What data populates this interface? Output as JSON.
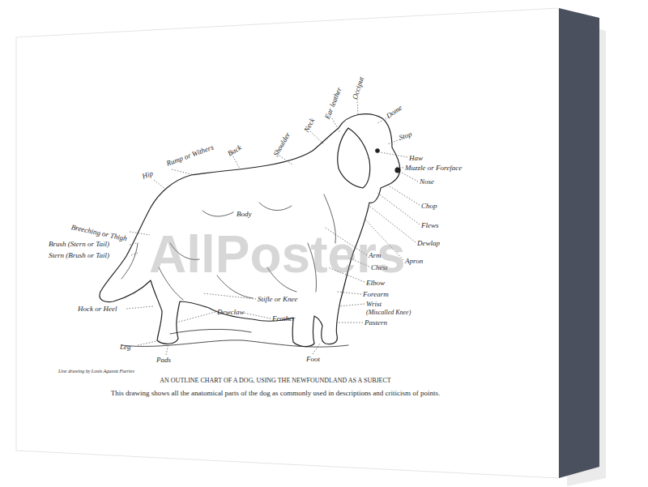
{
  "diagram": {
    "title": "AN OUTLINE CHART OF A DOG, USING THE NEWFOUNDLAND AS A SUBJECT",
    "caption": "This drawing shows all the anatomical parts of the dog as commonly used in descriptions and criticism of points.",
    "labels": [
      "Occiput",
      "Ear leather",
      "Dome",
      "Neck",
      "Shoulder",
      "Back",
      "Stop",
      "Haw",
      "Muzzle or Foreface",
      "Nose",
      "Chop",
      "Flews",
      "Dewlap",
      "Apron",
      "Arm",
      "Chest",
      "Elbow",
      "Forearm",
      "Wrist",
      "(Miscalled Knee)",
      "Pastern",
      "Rump or Withers",
      "Hip",
      "Body",
      "Breeching or Thigh",
      "Brush (Stern or Tail)",
      "Stern (Brush or Tail)",
      "Hock or Heel",
      "Stifle or Knee",
      "Feather",
      "Dewclaw",
      "Pads",
      "Leg",
      "Foot",
      "Line drawing by Louis Agassiz Fuertes",
      "AllPosters"
    ]
  }
}
